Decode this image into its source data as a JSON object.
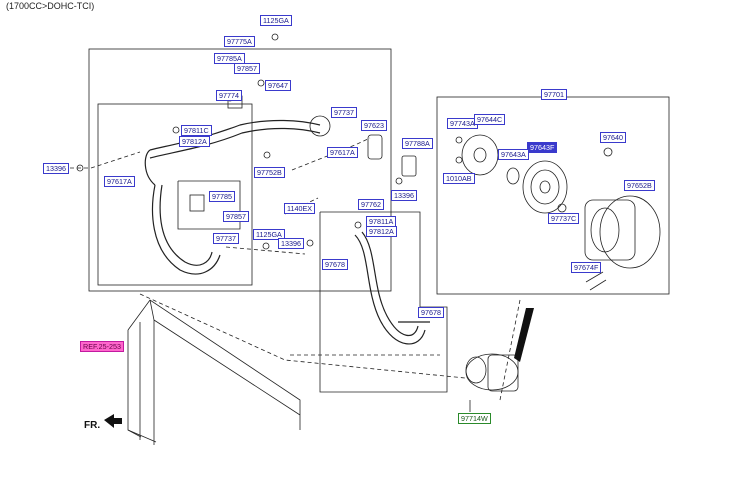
{
  "header": {
    "title": "(1700CC>DOHC-TCI)"
  },
  "direction": {
    "label": "FR."
  },
  "labels": {
    "l1125GA_top": "1125GA",
    "l97775A": "97775A",
    "l97785A": "97785A",
    "l97857_top": "97857",
    "l97647": "97647",
    "l97774": "97774",
    "l97737_top": "97737",
    "l97811C": "97811C",
    "l97812A_left": "97812A",
    "l97617A_right": "97617A",
    "l97623": "97623",
    "l13396_left": "13396",
    "l97617A_left": "97617A",
    "l97752B": "97752B",
    "l97788A": "97788A",
    "l13396_mid": "13396",
    "l97785": "97785",
    "l1140EX": "1140EX",
    "l97857_mid": "97857",
    "l97737_mid": "97737",
    "l1125GA_mid": "1125GA",
    "l13396_low": "13396",
    "l97762": "97762",
    "l97811A": "97811A",
    "l97812A_right": "97812A",
    "l97678_left": "97678",
    "l97678_right": "97678",
    "l97701": "97701",
    "l97743A_top": "97743A",
    "l97644C": "97644C",
    "l97643F": "97643F",
    "l97643A": "97643A",
    "l97640": "97640",
    "l1010AB": "1010AB",
    "l97652B": "97652B",
    "l97737C": "97737C",
    "l97674F": "97674F",
    "l97714W": "97714W",
    "ref": "REF.25-253"
  }
}
